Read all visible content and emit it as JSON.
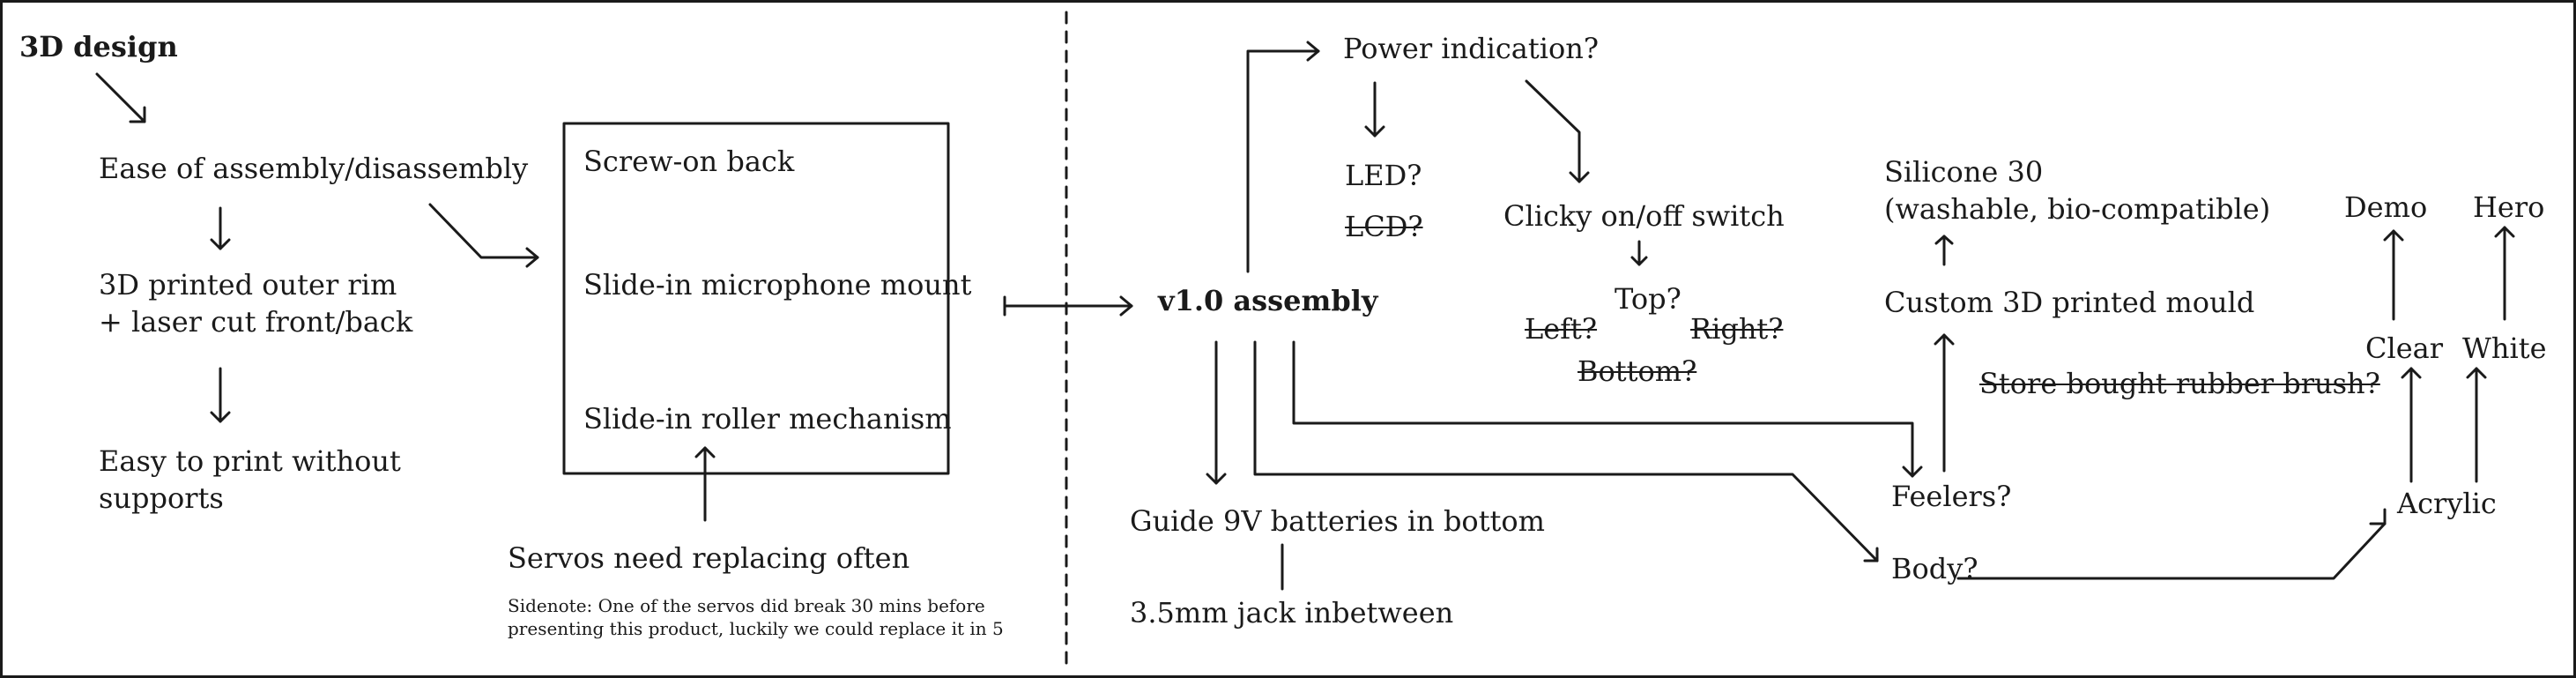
{
  "left": {
    "title": "3D design",
    "ease": "Ease of assembly/disassembly",
    "outer_rim_1": "3D printed outer rim",
    "outer_rim_2": "+ laser cut front/back",
    "easy_print_1": "Easy to print without",
    "easy_print_2": "supports",
    "box": {
      "screw": "Screw-on back",
      "mic": "Slide-in microphone mount",
      "roller": "Slide-in roller mechanism"
    },
    "servos": "Servos need replacing often",
    "sidenote_1": "Sidenote: One of the servos did break 30 mins before",
    "sidenote_2": "presenting this product, luckily we could replace it in 5"
  },
  "right": {
    "assembly": "v1.0 assembly",
    "power": "Power indication?",
    "led": "LED?",
    "lcd": "LCD?",
    "clicky": "Clicky on/off switch",
    "top": "Top?",
    "left_opt": "Left?",
    "right_opt": "Right?",
    "bottom_opt": "Bottom?",
    "guide": "Guide 9V batteries in bottom",
    "jack": "3.5mm jack inbetween",
    "silicone_1": "Silicone 30",
    "silicone_2": "(washable, bio-compatible)",
    "mould": "Custom 3D printed mould",
    "store_brush": "Store bought rubber brush?",
    "feelers": "Feelers?",
    "body": "Body?",
    "acrylic": "Acrylic",
    "clear": "Clear",
    "white": "White",
    "demo": "Demo",
    "hero": "Hero"
  },
  "colors": {
    "ink": "#1a1a1a",
    "background": "#ffffff"
  }
}
